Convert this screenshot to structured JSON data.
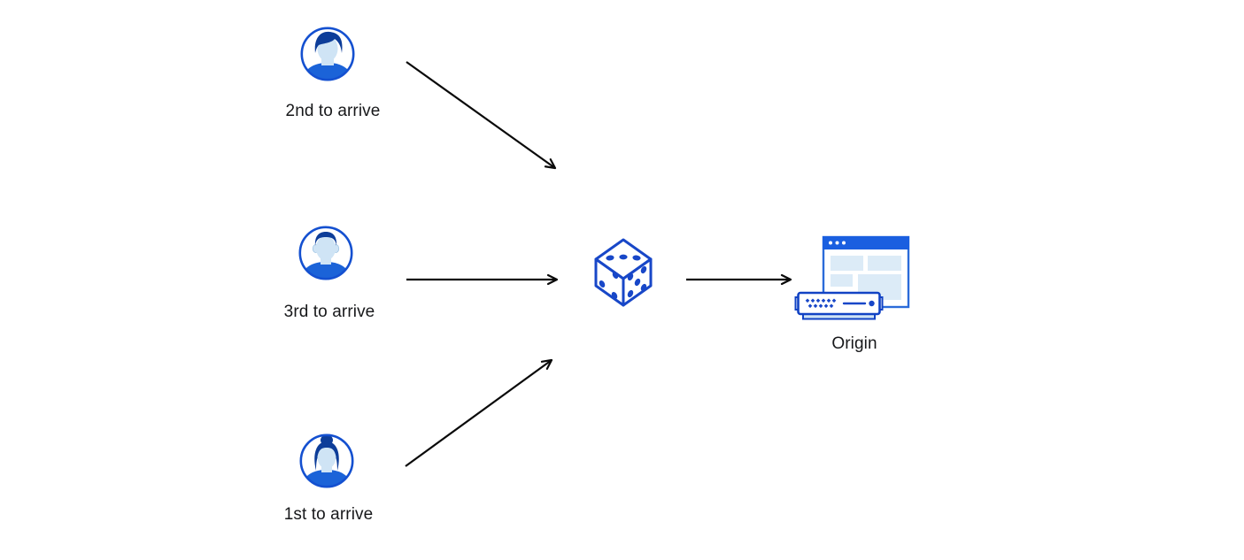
{
  "page": {
    "background": "#ffffff"
  },
  "palette": {
    "primary_blue": "#1450d0",
    "dark_blue": "#0d3d99",
    "shirt_blue": "#1b63d8",
    "titlebar_blue": "#1a5fe0",
    "server_border_blue": "#1243c4",
    "face_light_blue": "#cfe4f5",
    "panel_light_blue": "#dcebf7",
    "base_light_blue": "#cfe3f5",
    "arrow_black": "#0a0a0a",
    "text_color": "#17181a"
  },
  "diagram": {
    "visitors": [
      {
        "id": "second",
        "label": "2nd to arrive",
        "icon": "male-avatar-icon"
      },
      {
        "id": "third",
        "label": "3rd to arrive",
        "icon": "male-short-hair-avatar-icon"
      },
      {
        "id": "first",
        "label": "1st to arrive",
        "icon": "female-avatar-icon"
      }
    ],
    "selector": {
      "id": "dice",
      "icon": "dice-icon"
    },
    "origin": {
      "id": "origin",
      "label": "Origin",
      "icon": "origin-server-icon"
    },
    "edges": [
      {
        "from": "second",
        "to": "dice"
      },
      {
        "from": "third",
        "to": "dice"
      },
      {
        "from": "first",
        "to": "dice"
      },
      {
        "from": "dice",
        "to": "origin"
      }
    ]
  }
}
